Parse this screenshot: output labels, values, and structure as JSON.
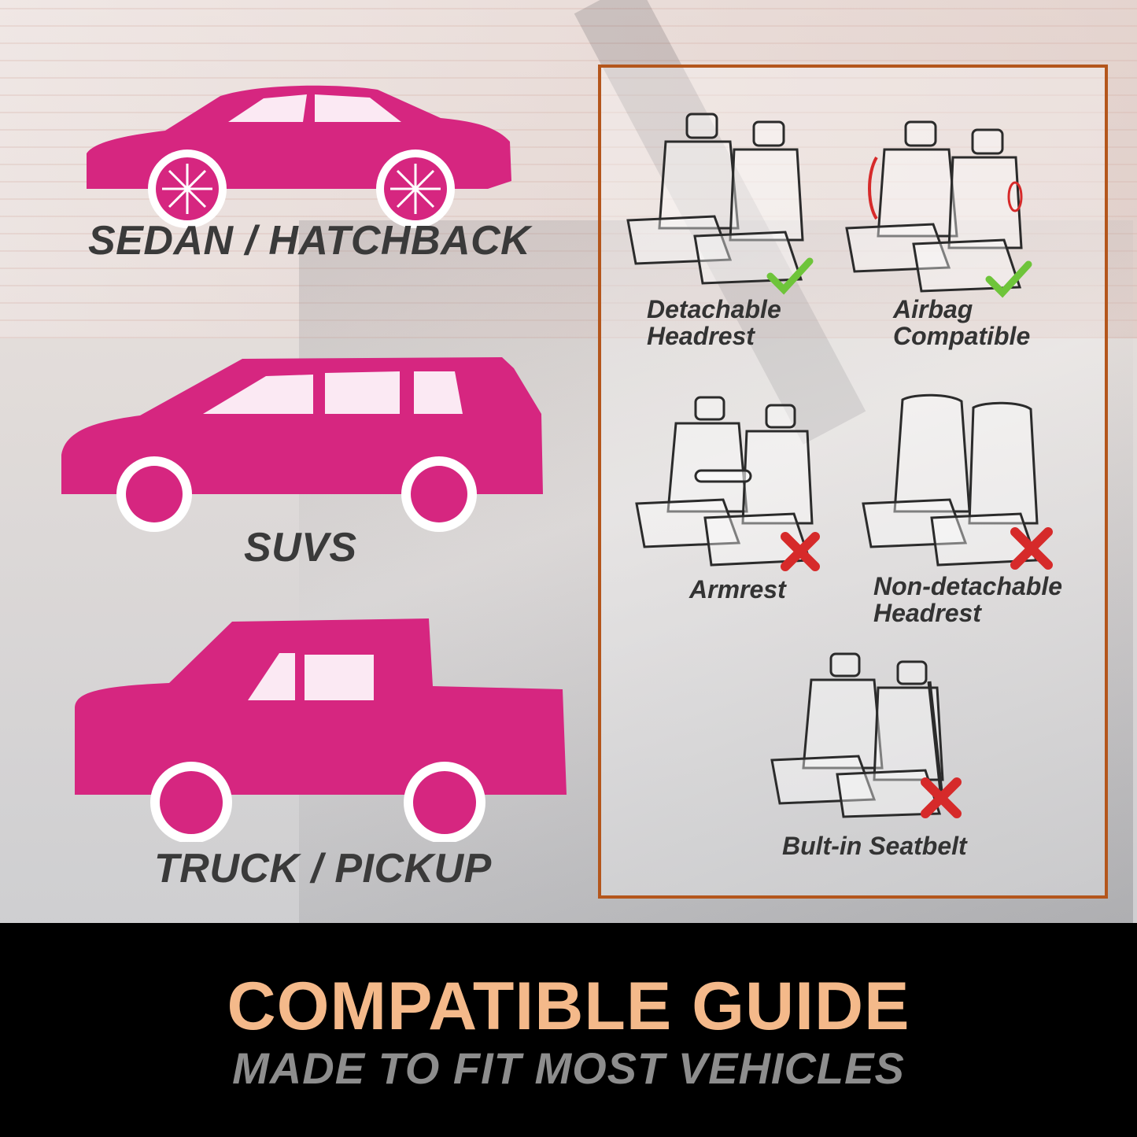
{
  "colors": {
    "vehicle": "#d62680",
    "panel_border": "#b4561c",
    "check": "#6ec43a",
    "cross": "#d62a2a",
    "title": "#f4b98a",
    "subtitle": "#8d8d8d"
  },
  "vehicles": [
    {
      "label": "SEDAN / HATCHBACK",
      "icon": "sedan-icon"
    },
    {
      "label": "SUVS",
      "icon": "suv-icon"
    },
    {
      "label": "TRUCK / PICKUP",
      "icon": "pickup-truck-icon"
    }
  ],
  "features": [
    {
      "label_line1": "Detachable",
      "label_line2": "Headrest",
      "status": "compatible",
      "status_icon": "check-icon"
    },
    {
      "label_line1": "Airbag",
      "label_line2": "Compatible",
      "status": "compatible",
      "status_icon": "check-icon"
    },
    {
      "label_line1": "Armrest",
      "label_line2": "",
      "status": "not-compatible",
      "status_icon": "cross-icon"
    },
    {
      "label_line1": "Non-detachable",
      "label_line2": "Headrest",
      "status": "not-compatible",
      "status_icon": "cross-icon"
    },
    {
      "label_line1": "Bult-in Seatbelt",
      "label_line2": "",
      "status": "not-compatible",
      "status_icon": "cross-icon"
    }
  ],
  "banner": {
    "title": "COMPATIBLE GUIDE",
    "subtitle": "MADE TO FIT MOST VEHICLES"
  }
}
